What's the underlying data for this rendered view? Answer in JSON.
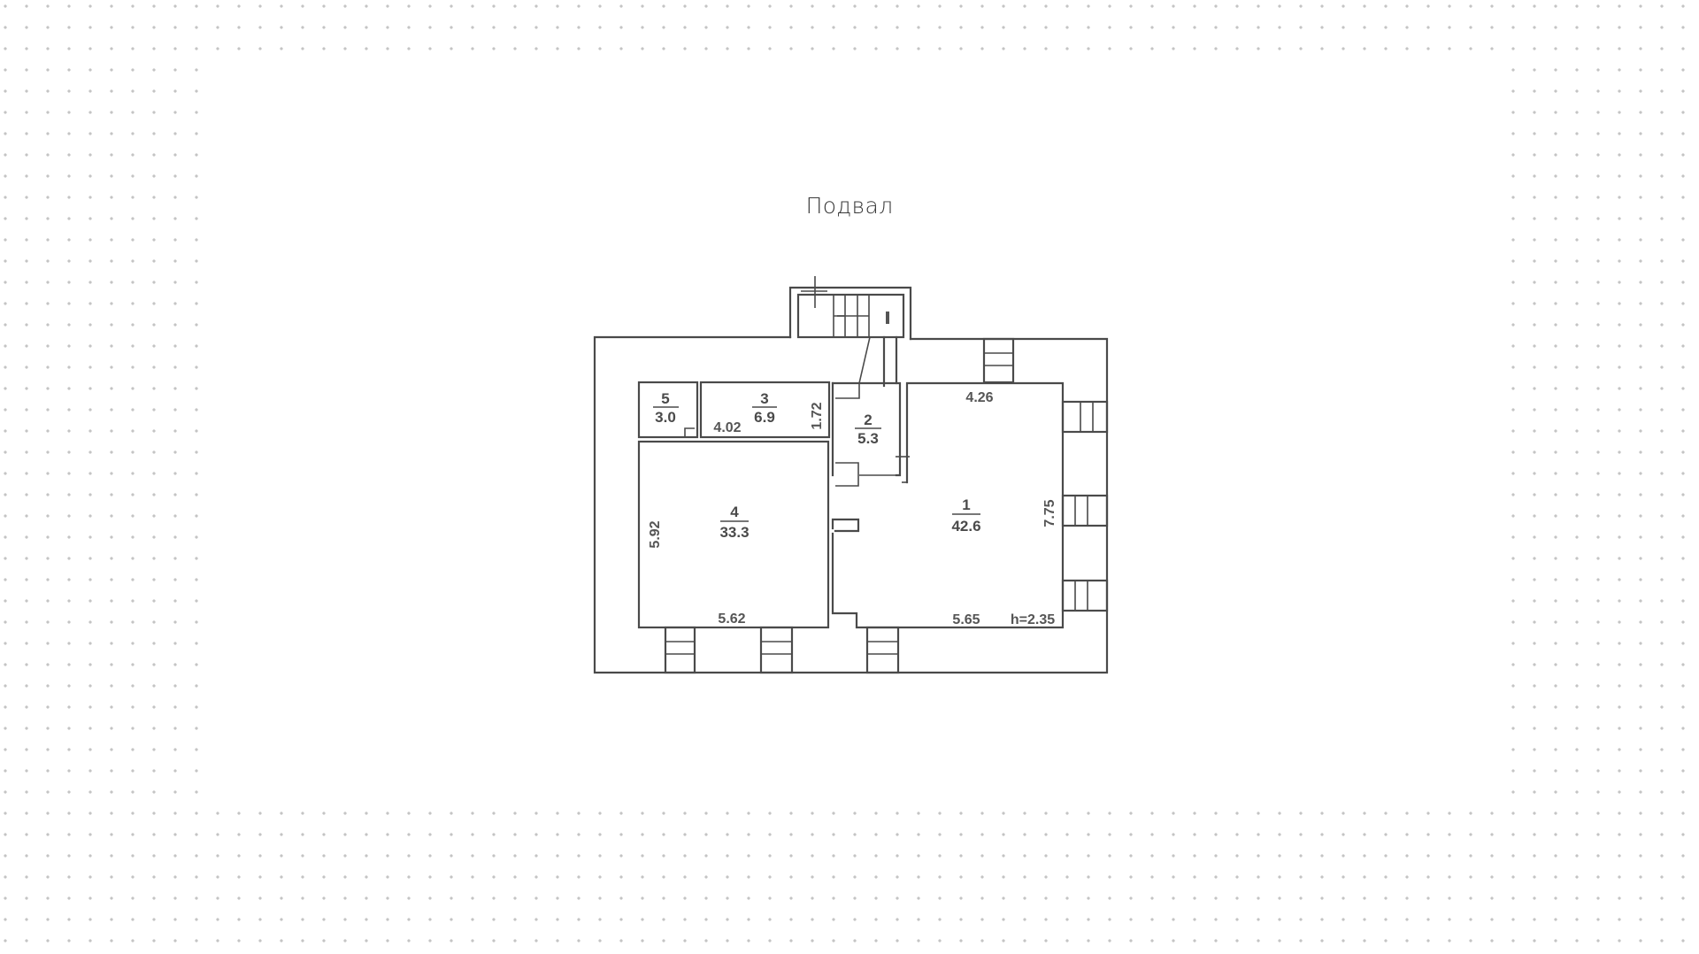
{
  "page": {
    "title": "Подвал"
  },
  "floor_plan": {
    "ceiling_height": "h=2.35",
    "rooms": [
      {
        "number": "1",
        "area": "42.6",
        "dims": [
          "4.26",
          "7.75",
          "5.65"
        ]
      },
      {
        "number": "2",
        "area": "5.3",
        "dims": []
      },
      {
        "number": "3",
        "area": "6.9",
        "dims": [
          "4.02",
          "1.72"
        ]
      },
      {
        "number": "4",
        "area": "33.3",
        "dims": [
          "5.92",
          "5.62"
        ]
      },
      {
        "number": "5",
        "area": "3.0",
        "dims": []
      }
    ],
    "colors": {
      "wall": "#4a4a4a",
      "dot": "#c4c4c4",
      "background": "#ffffff"
    }
  }
}
